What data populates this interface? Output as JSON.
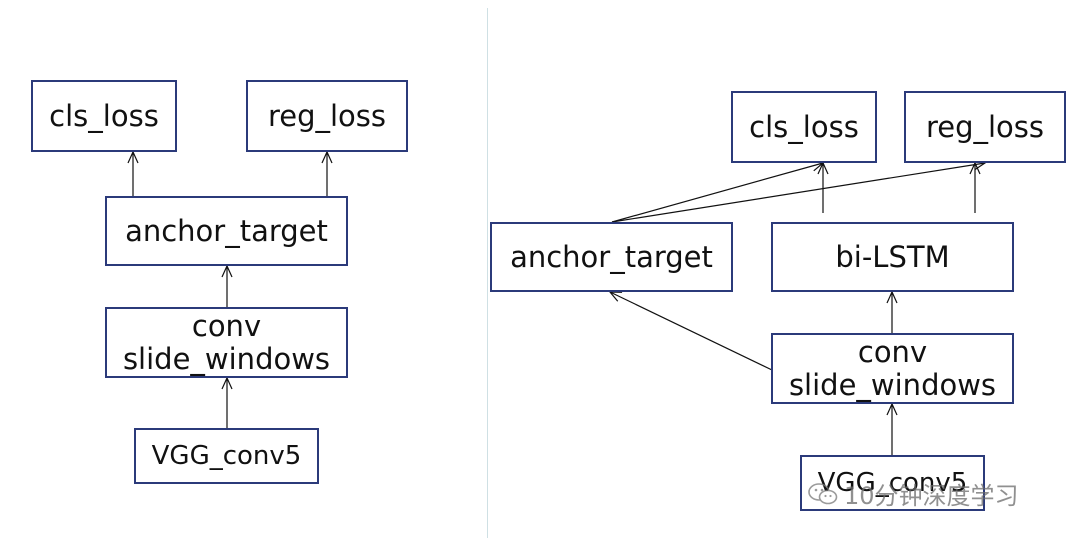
{
  "left": {
    "cls_loss": "cls_loss",
    "reg_loss": "reg_loss",
    "anchor_target": "anchor_target",
    "conv_line1": "conv",
    "conv_line2": "slide_windows",
    "vgg": "VGG_conv5"
  },
  "right": {
    "cls_loss": "cls_loss",
    "reg_loss": "reg_loss",
    "anchor_target": "anchor_target",
    "bilstm": "bi-LSTM",
    "conv_line1": "conv",
    "conv_line2": "slide_windows",
    "vgg": "VGG_conv5"
  },
  "watermark": {
    "text": "10分钟深度学习",
    "icon": "wechat-icon"
  },
  "colors": {
    "box_border": "#2b3a7a",
    "arrow": "#111111",
    "divider": "#cfe0e4"
  }
}
